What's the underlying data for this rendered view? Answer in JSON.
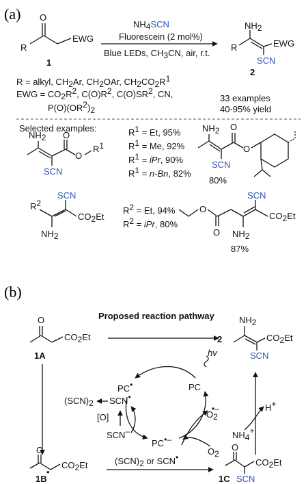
{
  "panel_a": {
    "label": "(a)",
    "reagent_prefix": "NH",
    "reagent_sub": "4",
    "reagent_scn": "SCN",
    "catalyst": "Fluorescein (2 mol%)",
    "conditions_prefix": "Blue LEDs, CH",
    "conditions_sub": "3",
    "conditions_suffix": "CN, air, r.t.",
    "sm_label": "1",
    "product_label": "2",
    "r_def": {
      "prefix": "R = alkyl, CH",
      "sub1": "2",
      "mid1": "Ar, CH",
      "sub2": "2",
      "mid2": "OAr, CH",
      "sub3": "2",
      "mid3": "CO",
      "sub4": "2",
      "mid4": "R",
      "sup": "1"
    },
    "ewg_def": {
      "prefix": "EWG = CO",
      "sub1": "2",
      "mid1": "R",
      "sup1": "2",
      "mid2": ", C(O)R",
      "sup2": "2",
      "mid3": ", C(O)SR",
      "sup3": "2",
      "mid4": ", CN,",
      "line2": "P(O)(OR",
      "line2_sup": "2",
      "line2_end": ")",
      "line2_sub": "2"
    },
    "examples_count": "33 examples",
    "yield_range": "40-95% yield",
    "selected_title": "Selected examples:",
    "r1_yields": [
      {
        "r": "Et",
        "yield": "95%",
        "italic": false
      },
      {
        "r": "Me",
        "yield": "92%",
        "italic": false
      },
      {
        "r": "iPr",
        "yield": "90%",
        "italic": true
      },
      {
        "r": "n-Bn",
        "yield": "82%",
        "italic": true
      }
    ],
    "menthyl_yield": "80%",
    "r2_yields": [
      {
        "r": "Et",
        "yield": "94%"
      },
      {
        "r": "iPr",
        "yield": "80%"
      }
    ],
    "diester_yield": "87%"
  },
  "panel_b": {
    "label": "(b)",
    "title": "Proposed reaction pathway",
    "labels": {
      "a": "1A",
      "b": "1B",
      "c": "1C",
      "product": "2"
    },
    "hv": "hv",
    "pc": "PC",
    "o2": "O",
    "o2_sub": "2",
    "scn_dimer": "(SCN)",
    "oxidant": "[O]",
    "nh4": "NH",
    "nh4_sub": "4",
    "h_plus": "H",
    "step_reagents": "(SCN)",
    "step_or": " or SCN"
  },
  "chem": {
    "nh2": "NH",
    "nh2_sub": "2",
    "scn": "SCN",
    "ewg": "EWG",
    "r": "R",
    "o": "O",
    "co2et": "CO",
    "co2et_sub": "2",
    "co2et_end": "Et",
    "r1": "R",
    "r1_sup": "1",
    "r2": "R",
    "r2_sup": "2"
  }
}
